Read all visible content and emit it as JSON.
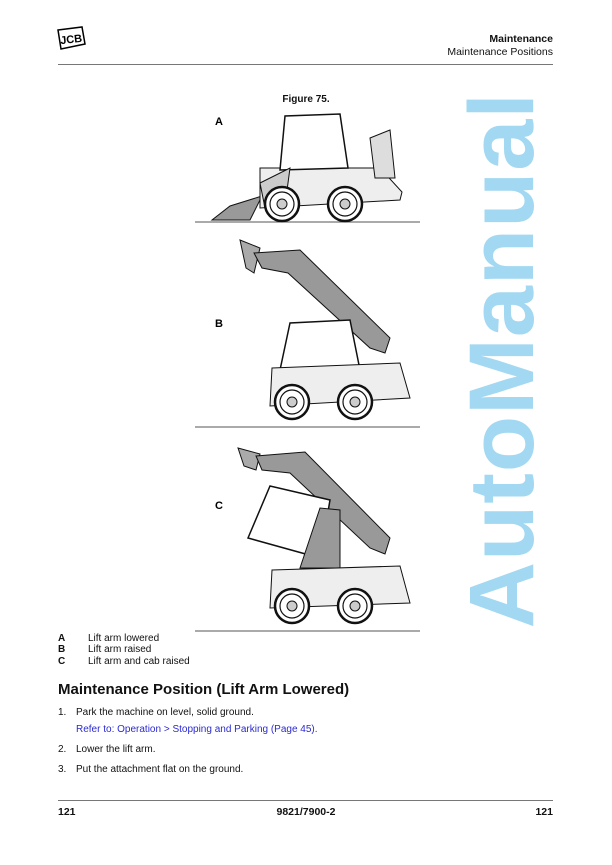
{
  "header": {
    "logo_text": "JCB",
    "section": "Maintenance",
    "subsection": "Maintenance Positions"
  },
  "figure": {
    "title": "Figure 75.",
    "labels": [
      "A",
      "B",
      "C"
    ]
  },
  "legend": [
    {
      "key": "A",
      "text": "Lift arm lowered"
    },
    {
      "key": "B",
      "text": "Lift arm raised"
    },
    {
      "key": "C",
      "text": "Lift arm and cab raised"
    }
  ],
  "section_heading": "Maintenance Position (Lift Arm Lowered)",
  "steps": [
    {
      "num": "1.",
      "text": "Park the machine on level, solid ground."
    },
    {
      "num": "2.",
      "text": "Lower the lift arm."
    },
    {
      "num": "3.",
      "text": "Put the attachment flat on the ground."
    }
  ],
  "reference_link": "Refer to: Operation > Stopping and Parking (Page 45).",
  "footer": {
    "page_left": "121",
    "doc_number": "9821/7900-2",
    "page_right": "121"
  },
  "watermark": "AutoManual",
  "colors": {
    "link": "#2a2ad0",
    "watermark": "#7cc8ec"
  }
}
